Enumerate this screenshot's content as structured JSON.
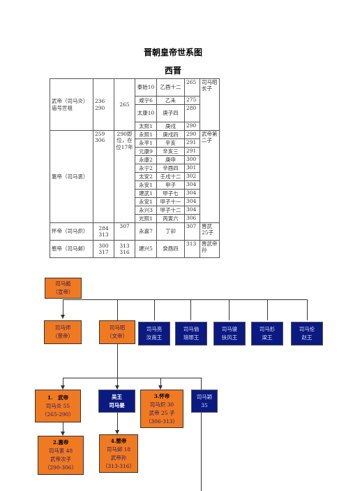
{
  "title": "晋朝皇帝世系图",
  "subtitle": "西晋",
  "table": [
    {
      "emperor": "武帝（司马炎）庙号世祖",
      "life": [
        "236",
        "290"
      ],
      "year": "265",
      "reigns": [
        {
          "era": "泰始10",
          "ganzhi": "乙酉十二",
          "start": "265"
        },
        {
          "era": "咸宁6",
          "ganzhi": "乙未",
          "start": "275"
        },
        {
          "era": "太康10",
          "ganzhi": "庚子四",
          "start": "280"
        },
        {
          "era": "太熙1",
          "ganzhi": "庚戌",
          "start": "290"
        }
      ],
      "relation": "司马昭长子"
    },
    {
      "emperor": "惠帝（司马衷）",
      "life": [
        "259",
        "306"
      ],
      "year": "290即位，在位17年",
      "reigns": [
        {
          "era": "永熙1",
          "ganzhi": "庚戌四",
          "start": "290"
        },
        {
          "era": "永平1",
          "ganzhi": "辛亥",
          "start": "291"
        },
        {
          "era": "元康9",
          "ganzhi": "辛亥三",
          "start": "291"
        },
        {
          "era": "永康2",
          "ganzhi": "庚申",
          "start": "300"
        },
        {
          "era": "永宁2",
          "ganzhi": "辛酉四",
          "start": "301"
        },
        {
          "era": "太安2",
          "ganzhi": "壬戌十二",
          "start": "302"
        },
        {
          "era": "永安1",
          "ganzhi": "甲子",
          "start": "304"
        },
        {
          "era": "建武1",
          "ganzhi": "甲子七",
          "start": "304"
        },
        {
          "era": "永安1",
          "ganzhi": "甲子十一",
          "start": "304"
        },
        {
          "era": "永兴3",
          "ganzhi": "甲子十二",
          "start": "304"
        },
        {
          "era": "光熙1",
          "ganzhi": "丙寅六",
          "start": "306"
        }
      ],
      "relation": "武帝第二子"
    },
    {
      "emperor": "怀帝（司马炽）",
      "life": [
        "284",
        "313"
      ],
      "year": "307",
      "reigns": [
        {
          "era": "永嘉7",
          "ganzhi": "丁卯",
          "start": "307"
        }
      ],
      "relation": "晋武25子"
    },
    {
      "emperor": "愍帝（司马邺）",
      "life": [
        "300",
        "317"
      ],
      "year": "313 316",
      "reigns": [
        {
          "era": "建兴5",
          "ganzhi": "癸酉四",
          "start": "313"
        }
      ],
      "relation": "晋武帝孙"
    }
  ],
  "tree": {
    "root": {
      "name": "司马懿",
      "title": "（宣帝）"
    },
    "gen2": [
      {
        "name": "司马师",
        "title": "（景帝）"
      },
      {
        "name": "司马昭",
        "title": "（文帝）"
      },
      {
        "name": "司马亮",
        "title": "汝南王"
      },
      {
        "name": "司马伷",
        "title": "琅琊王"
      },
      {
        "name": "司马骏",
        "title": "扶风王"
      },
      {
        "name": "司马肜",
        "title": "梁王"
      },
      {
        "name": "司马伦",
        "title": "赵王"
      }
    ],
    "gen3": [
      {
        "head": "1.　武帝",
        "lines": [
          "司马炎 55",
          "（265-290）"
        ]
      },
      {
        "head": "吴王",
        "lines": [
          "司马晏"
        ]
      },
      {
        "head": "3.怀帝",
        "lines": [
          "司马炽 30",
          "武帝 25 子",
          "（306-313）"
        ]
      },
      {
        "head": "",
        "lines": [
          "司马颖",
          "35"
        ]
      }
    ],
    "gen4": [
      {
        "head": "2.惠帝",
        "lines": [
          "司马衷 48",
          "武帝次子",
          "（290-306）"
        ]
      },
      {
        "head": "4.愍帝",
        "lines": [
          "司马邺 18",
          "武帝孙",
          "（313-316）"
        ]
      }
    ]
  }
}
